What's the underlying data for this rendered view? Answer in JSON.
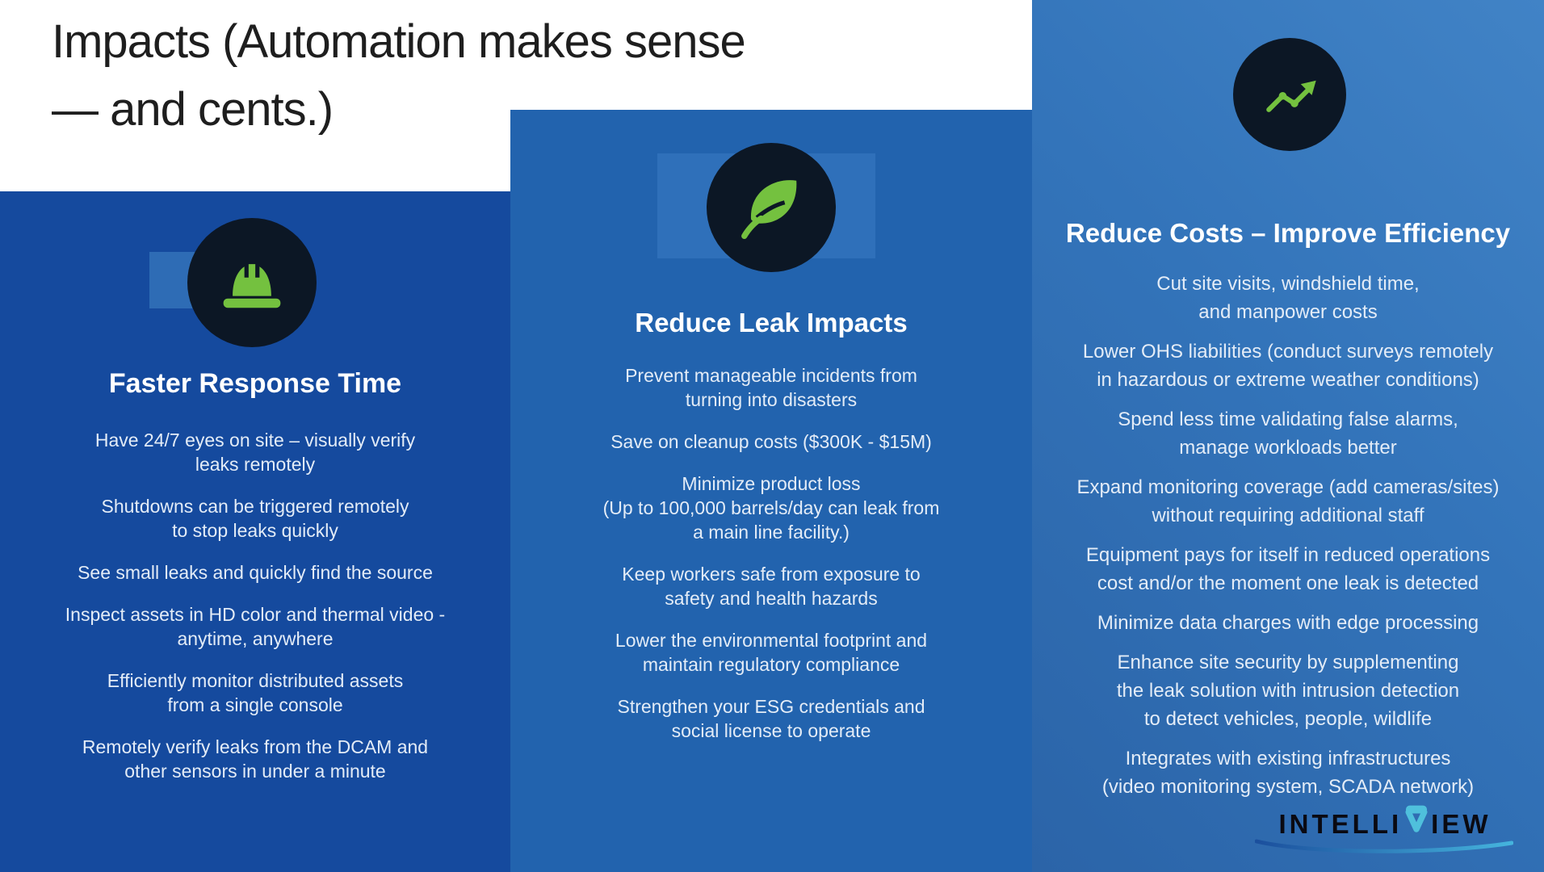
{
  "title": {
    "line1": "Impacts (Automation makes sense",
    "line2": "— and cents.)"
  },
  "columns": [
    {
      "heading": "Faster Response Time",
      "icon": "hard-hat",
      "items": [
        "Have 24/7 eyes on site – visually verify\nleaks remotely",
        "Shutdowns can be triggered remotely\nto stop leaks quickly",
        "See small leaks and quickly find the source",
        "Inspect assets in HD color and thermal video -\nanytime, anywhere",
        "Efficiently monitor distributed assets\nfrom a single console",
        "Remotely verify leaks from the DCAM and\nother sensors in under a minute"
      ]
    },
    {
      "heading": "Reduce Leak Impacts",
      "icon": "leaf",
      "items": [
        "Prevent manageable incidents from\nturning into disasters",
        "Save on cleanup costs ($300K - $15M)",
        "Minimize product loss\n(Up to 100,000 barrels/day can leak from\na main line facility.)",
        "Keep workers safe from exposure to\nsafety and health hazards",
        "Lower the environmental footprint and\nmaintain regulatory compliance",
        "Strengthen your ESG credentials and\nsocial license to operate"
      ]
    },
    {
      "heading": "Reduce Costs – Improve Efficiency",
      "icon": "growth-chart",
      "items": [
        "Cut site visits, windshield time,\nand manpower costs",
        "Lower OHS liabilities (conduct surveys remotely\nin hazardous or extreme weather conditions)",
        "Spend less time validating false alarms,\nmanage workloads better",
        "Expand monitoring coverage (add cameras/sites)\nwithout requiring additional staff",
        "Equipment pays for itself in reduced operations\ncost and/or the moment one leak is detected",
        "Minimize data charges with edge processing",
        "Enhance site security by supplementing\nthe leak solution with intrusion detection\nto detect vehicles, people, wildlife",
        "Integrates with existing infrastructures\n(video monitoring system, SCADA network)"
      ]
    }
  ],
  "logo": {
    "prefix": "INTELLI",
    "suffix": "IEW"
  },
  "colors": {
    "column1_bg": "#154a9e",
    "column2_bg": "#2263ae",
    "column3_bg_top": "#4183c6",
    "column3_bg_bottom": "#2b64a8",
    "icon_green": "#74c13f",
    "icon_circle_bg": "#0c1725",
    "logo_cyan": "#4fc0dc",
    "logo_text": "#0a0a12",
    "title_text": "#1e1e1e"
  }
}
